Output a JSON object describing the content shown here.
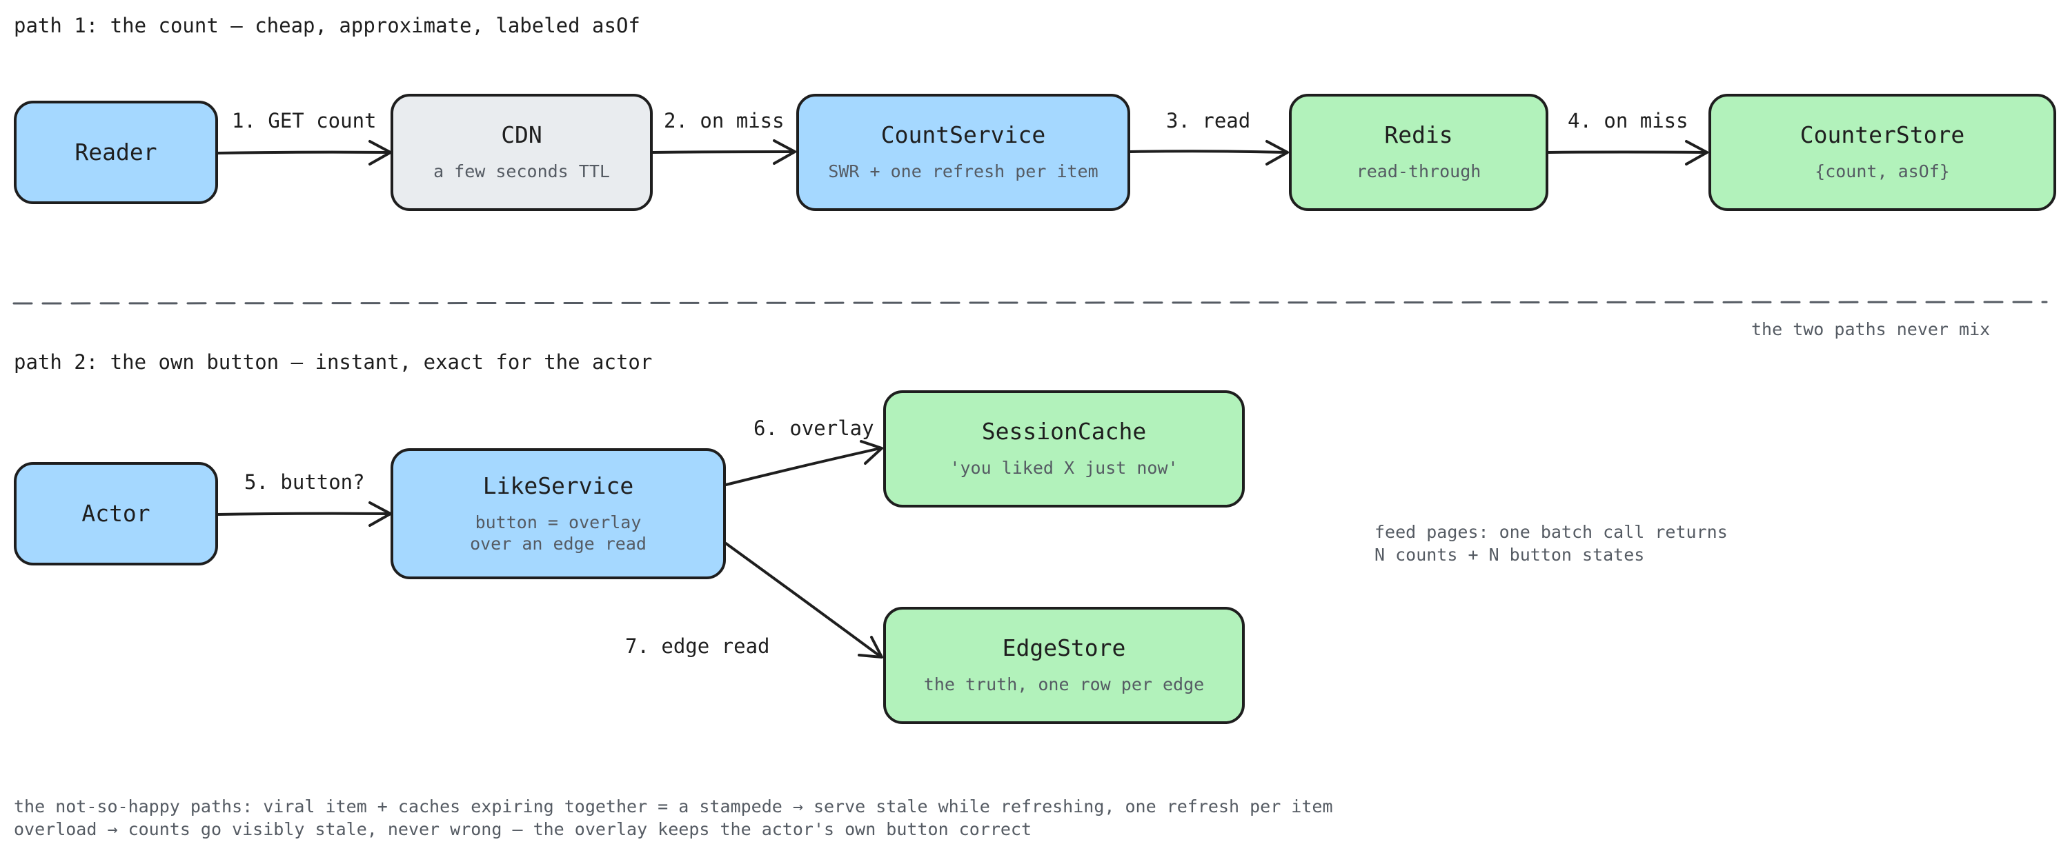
{
  "colors": {
    "blue_fill": "#a5d8ff",
    "grey_fill": "#e9ecef",
    "green_fill": "#b2f2bb",
    "stroke": "#1e1e1e",
    "note_text": "#555b63"
  },
  "path1": {
    "heading": "path 1: the count — cheap, approximate, labeled asOf",
    "nodes": {
      "reader": {
        "title": "Reader"
      },
      "cdn": {
        "title": "CDN",
        "sub": "a few seconds TTL"
      },
      "countservice": {
        "title": "CountService",
        "sub": "SWR + one refresh per item"
      },
      "redis": {
        "title": "Redis",
        "sub": "read-through"
      },
      "counterstore": {
        "title": "CounterStore",
        "sub": "{count, asOf}"
      }
    },
    "edges": {
      "e1": "1. GET count",
      "e2": "2. on miss",
      "e3": "3. read",
      "e4": "4. on miss"
    }
  },
  "divider_note": "the two paths never mix",
  "path2": {
    "heading": "path 2: the own button — instant, exact for the actor",
    "nodes": {
      "actor": {
        "title": "Actor"
      },
      "likeservice": {
        "title": "LikeService",
        "sub": "button = overlay\nover an edge read"
      },
      "sessioncache": {
        "title": "SessionCache",
        "sub": "'you liked X just now'"
      },
      "edgestore": {
        "title": "EdgeStore",
        "sub": "the truth, one row per edge"
      }
    },
    "edges": {
      "e5": "5. button?",
      "e6": "6. overlay",
      "e7": "7. edge read"
    }
  },
  "feed_note": "feed pages: one batch call returns\nN counts + N button states",
  "footer_note": "the not-so-happy paths: viral item + caches expiring together = a stampede → serve stale while refreshing, one refresh per item\noverload → counts go visibly stale, never wrong — the overlay keeps the actor's own button correct"
}
